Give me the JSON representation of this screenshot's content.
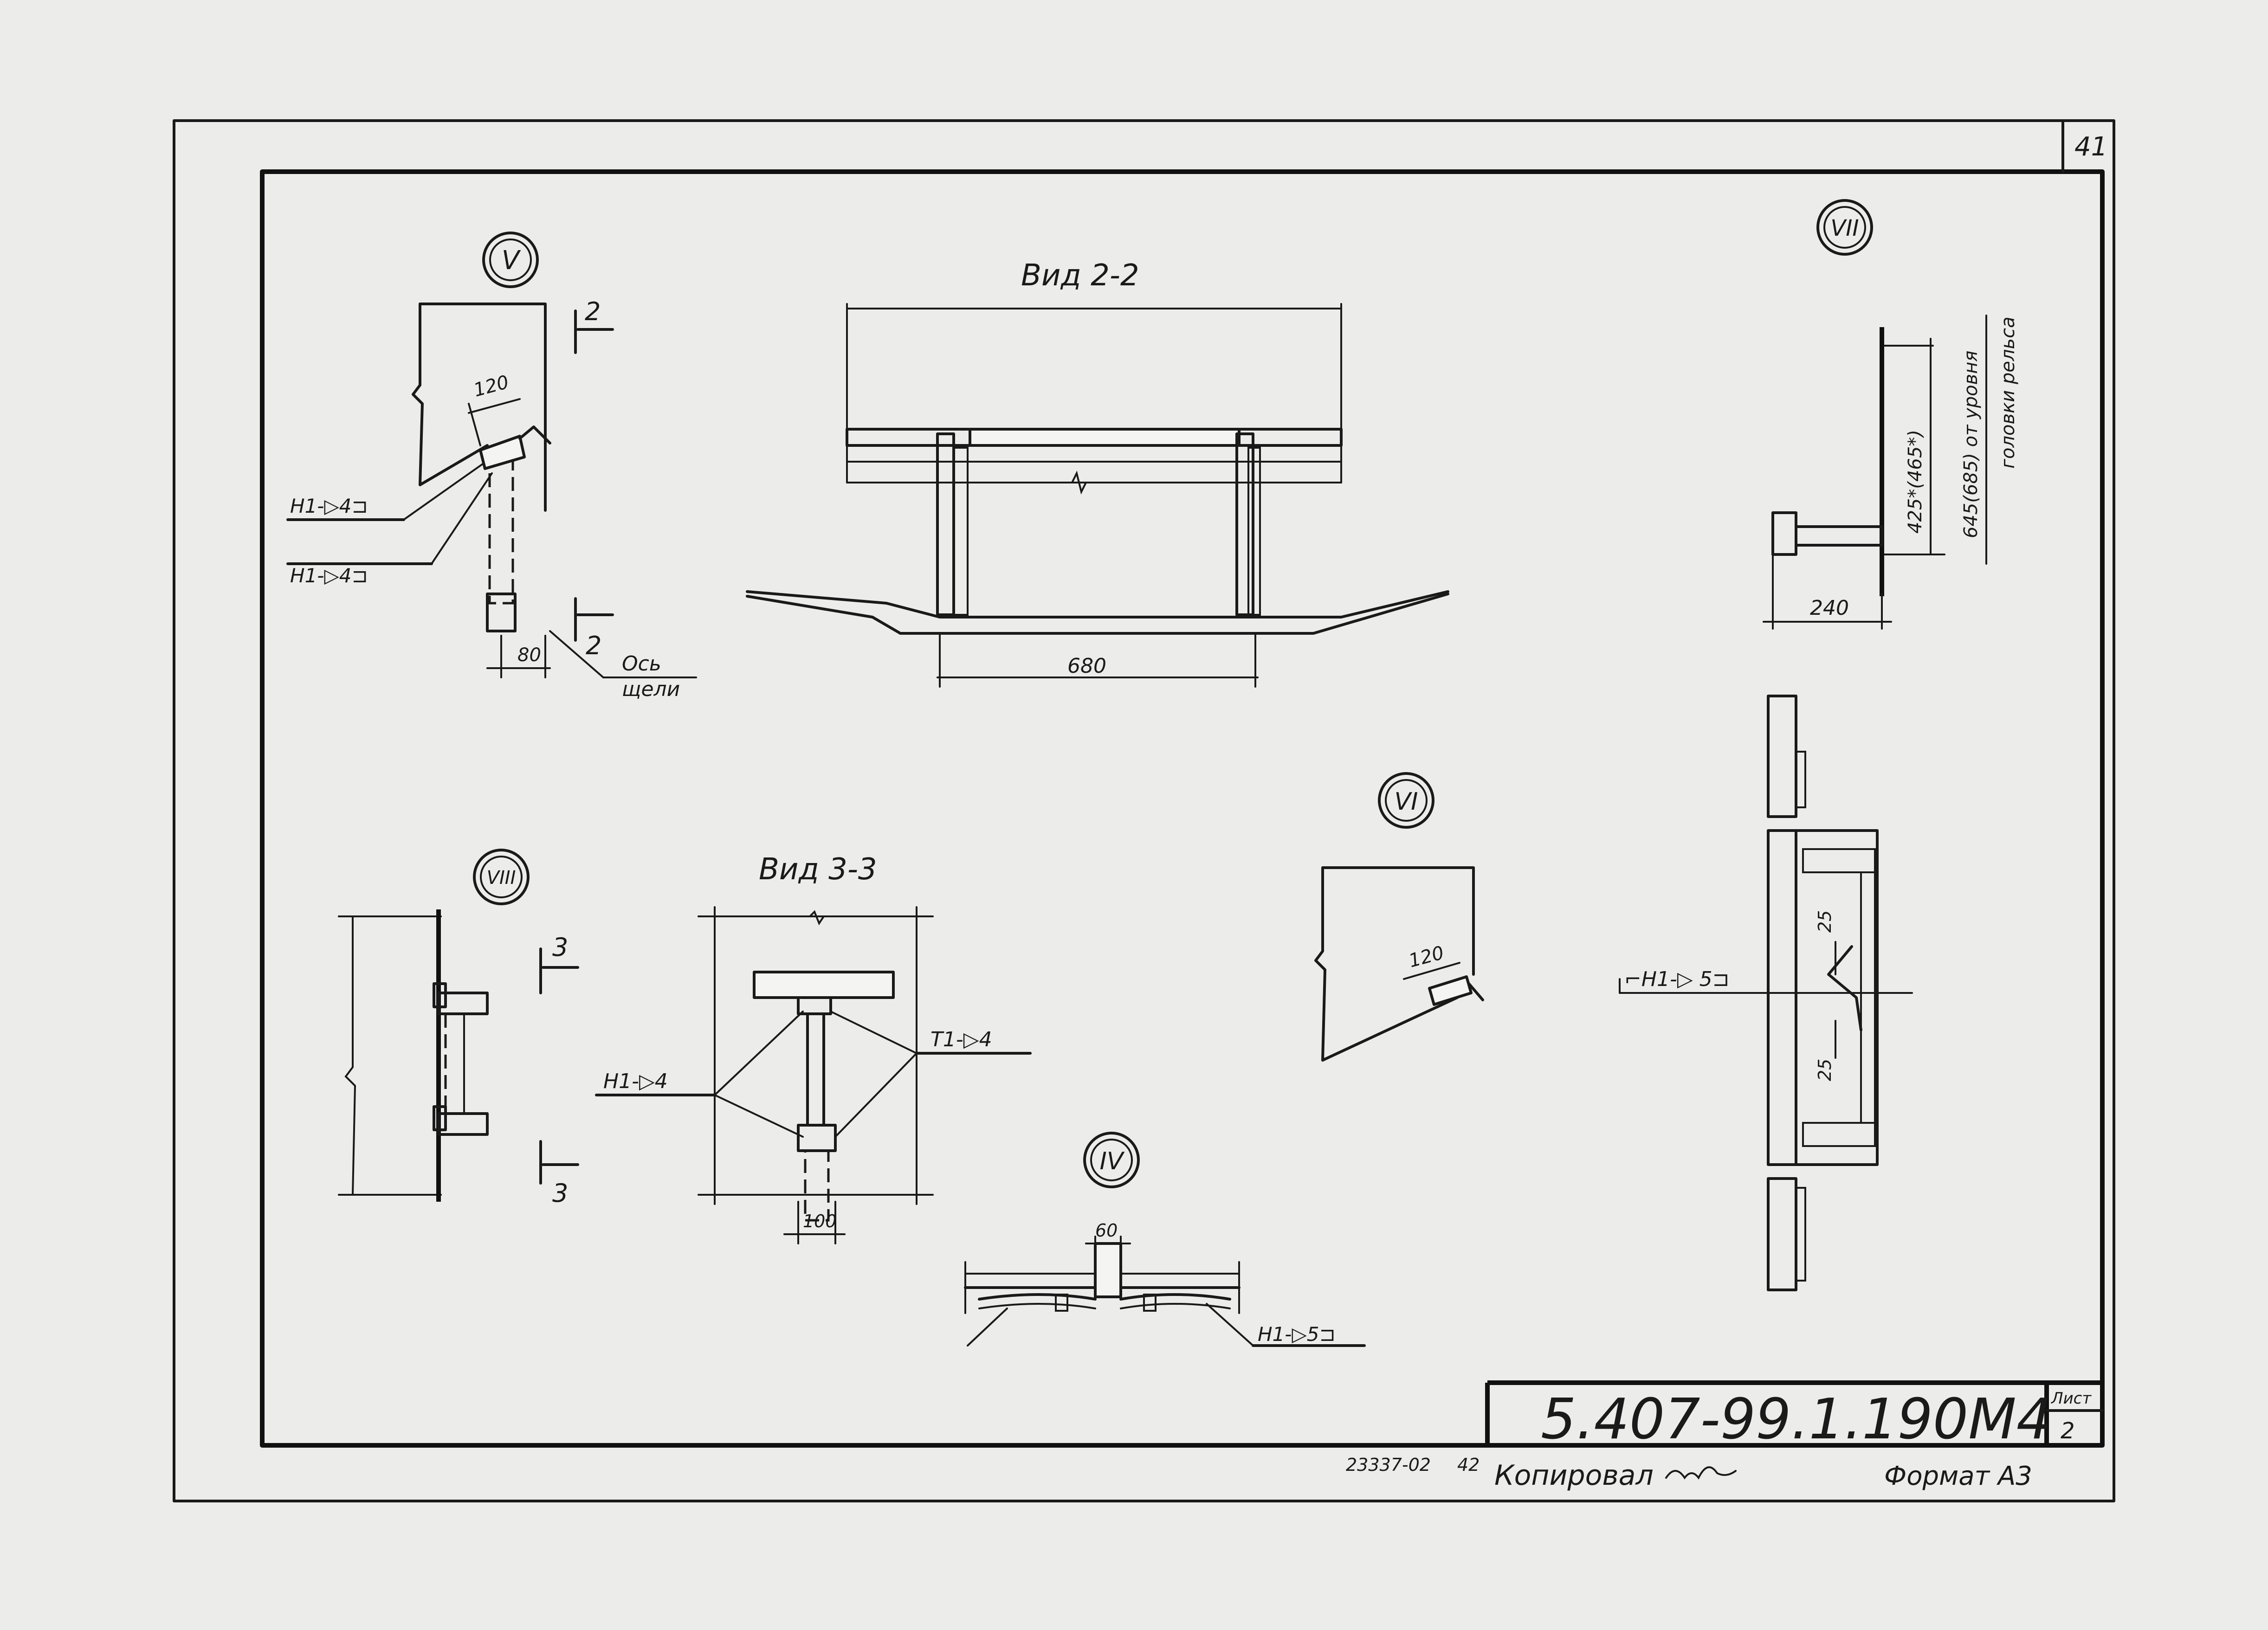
{
  "sheet_number": "41",
  "callouts": {
    "v": "V",
    "vii": "VII",
    "viii": "VIII",
    "vi": "VI",
    "iv": "IV"
  },
  "section_marks": {
    "s2_top": "2",
    "s2_bottom": "2",
    "s3_top": "3",
    "s3_bottom": "3"
  },
  "detail_v": {
    "dim_120": "120",
    "weld_1": "Н1-▷4⊐",
    "weld_2": "Н1-▷4⊐",
    "dim_80": "80",
    "axis_label_1": "Ось",
    "axis_label_2": "щели"
  },
  "view_2_2": {
    "title": "Вид 2-2",
    "dim_680": "680"
  },
  "detail_vii": {
    "dim_vertical": "425*(465*)",
    "dim_vertical_2": "645(685) от уровня",
    "dim_vertical_3": "головки рельса",
    "dim_240": "240",
    "weld": "⌐Н1-▷ 5⊐",
    "dim_25_top": "25",
    "dim_25_bottom": "25"
  },
  "detail_viii": {},
  "view_3_3": {
    "title": "Вид 3-3",
    "weld_h": "Н1-▷4",
    "weld_t": "Т1-▷4",
    "dim_100": "100"
  },
  "detail_vi": {
    "dim_120": "120"
  },
  "detail_iv": {
    "dim_60": "60",
    "weld": "Н1-▷5⊐"
  },
  "title_block": {
    "code": "5.407-99.1.190М4",
    "sheet_label": "Лист",
    "sheet_value": "2"
  },
  "footer": {
    "order_number": "23337-02",
    "order_page": "42",
    "copied": "Копировал",
    "format": "Формат А3"
  }
}
